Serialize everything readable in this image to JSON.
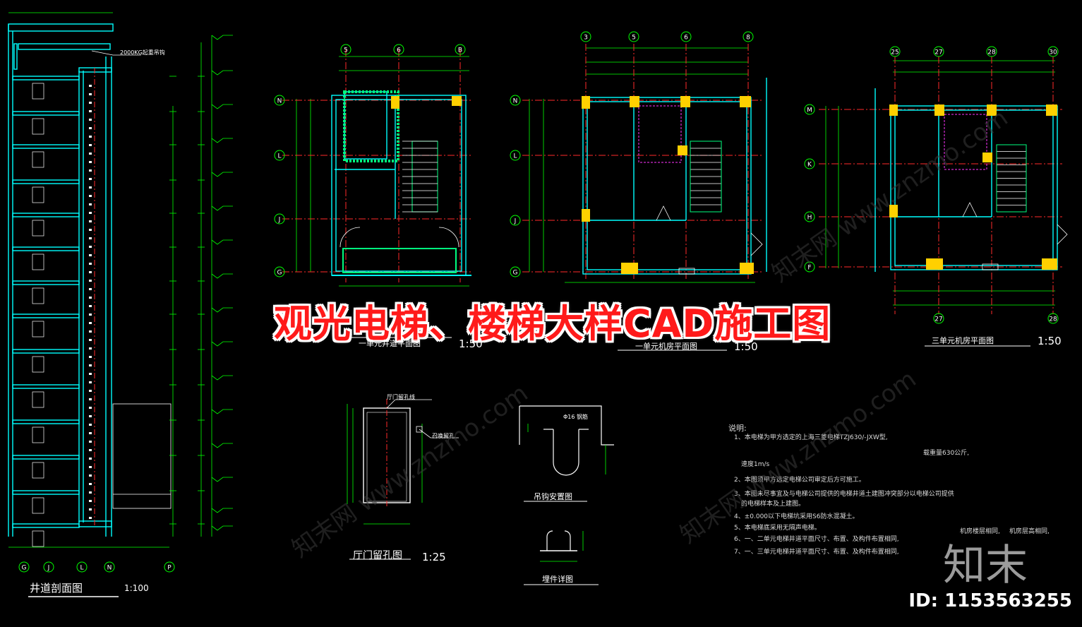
{
  "banner": "观光电梯、楼梯大样CAD施工图",
  "drawings": {
    "section": {
      "title": "井道剖面图",
      "scale": "1:100"
    },
    "plan1": {
      "title": "一单元井道平面图",
      "scale": "1:50"
    },
    "plan2": {
      "title": "一单元机房平面图",
      "scale": "1:50"
    },
    "plan3": {
      "title": "三单元机房平面图",
      "scale": "1:50"
    },
    "door": {
      "title": "厅门留孔图",
      "scale": "1:25"
    },
    "hook": {
      "title": "吊钩安置图"
    },
    "embed": {
      "title": "埋件详图"
    }
  },
  "labels": {
    "load": "2000KG起重吊钩",
    "door_hole": "厅门留孔线",
    "reserve_hole": "召唤留孔",
    "hook_steel": "Φ16 钢筋"
  },
  "notes": {
    "heading": "说明:",
    "items": [
      "1、本电梯为甲方选定的上海三菱电梯TZJ630/-JXW型,",
      "载重量630公斤,",
      "速度1m/s",
      "2、本图须甲方选定电梯公司审定后方可施工。",
      "3、本图未尽事宜及与电梯公司提供的电梯井道土建图冲突部分以电梯公司提供",
      "的电梯样本及上建图。",
      "4、±0.000以下电梯坑采用S6防水混凝土。",
      "5、本电梯底采用无隔声电梯。",
      "6、一、二单元电梯井道平面尺寸、布置、及构件布置相同,",
      "7、一、三单元电梯井道平面尺寸、布置、及构件布置相同,"
    ],
    "side1": "机房楼层相同,",
    "side2": "机房层高相同,"
  },
  "axes": {
    "section": [
      "G",
      "J",
      "L",
      "N",
      "P"
    ],
    "plan1_top": [
      "5",
      "6",
      "B"
    ],
    "plan1_left": [
      "N",
      "L",
      "J",
      "G"
    ],
    "plan2_top": [
      "3",
      "5",
      "6",
      "8"
    ],
    "plan2_left": [
      "N",
      "L",
      "J",
      "G"
    ],
    "plan3_top": [
      "25",
      "27",
      "28",
      "30"
    ],
    "plan3_left": [
      "M",
      "K",
      "H",
      "F"
    ],
    "plan3_bottom": [
      "27",
      "28"
    ]
  },
  "watermark": {
    "logo": "知末",
    "id": "ID: 1153563255",
    "faint": "知末网 www.znzmo.com"
  },
  "colors": {
    "bg": "#000000",
    "wall": "#00ffff",
    "dim": "#00ff00",
    "axis_red": "#ff2a2a",
    "column": "#ffd000",
    "stair": "#00ff7f",
    "text": "#ffffff",
    "magenta": "#ff33ff"
  }
}
